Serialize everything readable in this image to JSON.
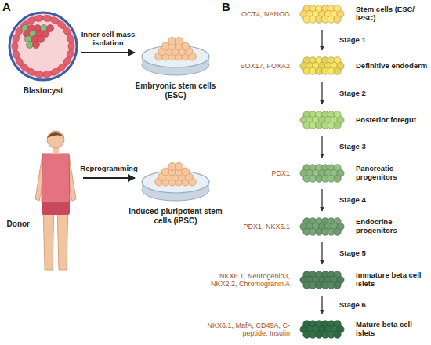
{
  "diagram": {
    "nodes": [
      {
        "text": [
          "Blastocyst"
        ]
      },
      {
        "text": [
          "Embryonic stem cells (ESC)"
        ]
      },
      {
        "text": [
          "Donor"
        ]
      },
      {
        "text": [
          "Induced pluripotent stem cells (iPSC)"
        ]
      },
      {
        "text": [
          "Stem cells (ESC/ iPSC)",
          "OCT4, NANOG"
        ]
      },
      {
        "text": [
          "Definitive endoderm",
          "SOX17, FOXA2"
        ]
      },
      {
        "text": [
          "Posterior foregut"
        ]
      },
      {
        "text": [
          "Pancreatic progenitors",
          "PDX1"
        ]
      },
      {
        "text": [
          "Endocrine progenitors",
          "PDX1, NKX6.1"
        ]
      },
      {
        "text": [
          "Immature beta cell islets",
          "NKX6.1, Neurogenin3, NKX2.2, Chromogranin A"
        ]
      },
      {
        "text": [
          "Mature beta cell islets",
          "NKX6.1, MafA, CD49A, C-peptide, Insulin"
        ]
      }
    ],
    "edges": [
      {
        "from": 0,
        "to": 1,
        "label": "Inner cell mass isolation",
        "arrow": "to"
      },
      {
        "from": 2,
        "to": 3,
        "label": "Reprogramming",
        "arrow": "to"
      },
      {
        "from": 4,
        "to": 5,
        "label": "Stage 1",
        "arrow": "to"
      },
      {
        "from": 5,
        "to": 6,
        "label": "Stage 2",
        "arrow": "to"
      },
      {
        "from": 6,
        "to": 7,
        "label": "Stage 3",
        "arrow": "to"
      },
      {
        "from": 7,
        "to": 8,
        "label": "Stage 4",
        "arrow": "to"
      },
      {
        "from": 8,
        "to": 9,
        "label": "Stage 5",
        "arrow": "to"
      },
      {
        "from": 9,
        "to": 10,
        "label": "Stage 6",
        "arrow": "to"
      }
    ],
    "labels": [
      "A",
      "B"
    ]
  }
}
